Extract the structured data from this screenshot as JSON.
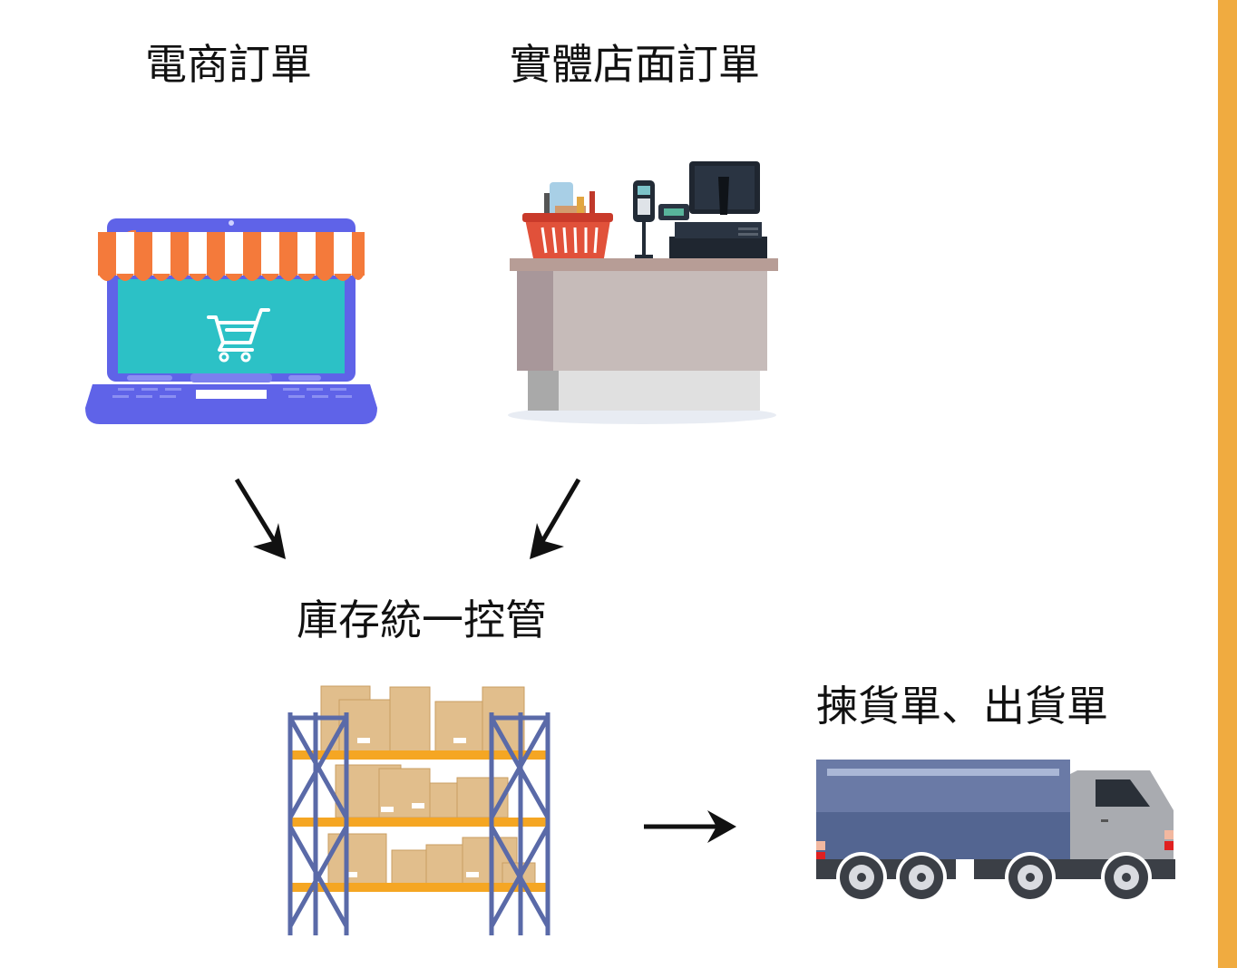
{
  "labels": {
    "ecommerce_orders": "電商訂單",
    "store_orders": "實體店面訂單",
    "inventory_control": "庫存統一控管",
    "picking_shipping": "揀貨單、出貨單"
  },
  "icons": [
    "laptop-shop-icon",
    "cashier-counter-icon",
    "warehouse-shelf-icon",
    "truck-icon",
    "arrow-icon"
  ],
  "colors": {
    "accent_bar": "#f0ab40"
  }
}
